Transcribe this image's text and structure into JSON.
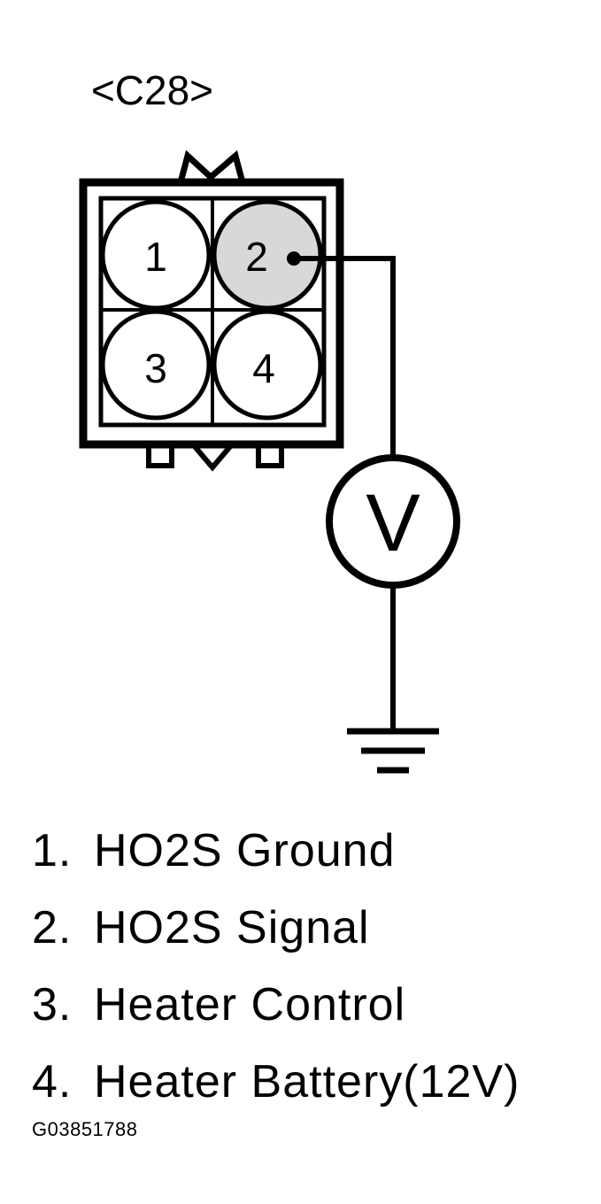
{
  "connector": {
    "label": "<C28>",
    "pins": [
      {
        "number": "1",
        "probed": false
      },
      {
        "number": "2",
        "probed": true
      },
      {
        "number": "3",
        "probed": false
      },
      {
        "number": "4",
        "probed": false
      }
    ]
  },
  "meter": {
    "symbol": "V",
    "icon": "voltmeter-icon"
  },
  "ground": {
    "icon": "ground-symbol-icon"
  },
  "legend": [
    {
      "num": "1.",
      "text": "HO2S Ground"
    },
    {
      "num": "2.",
      "text": "HO2S Signal"
    },
    {
      "num": "3.",
      "text": "Heater Control"
    },
    {
      "num": "4.",
      "text": "Heater Battery(12V)"
    }
  ],
  "figure_id": "G03851788",
  "colors": {
    "line": "#000000",
    "background": "#ffffff",
    "probed_pin_fill": "#d8d8d8"
  }
}
